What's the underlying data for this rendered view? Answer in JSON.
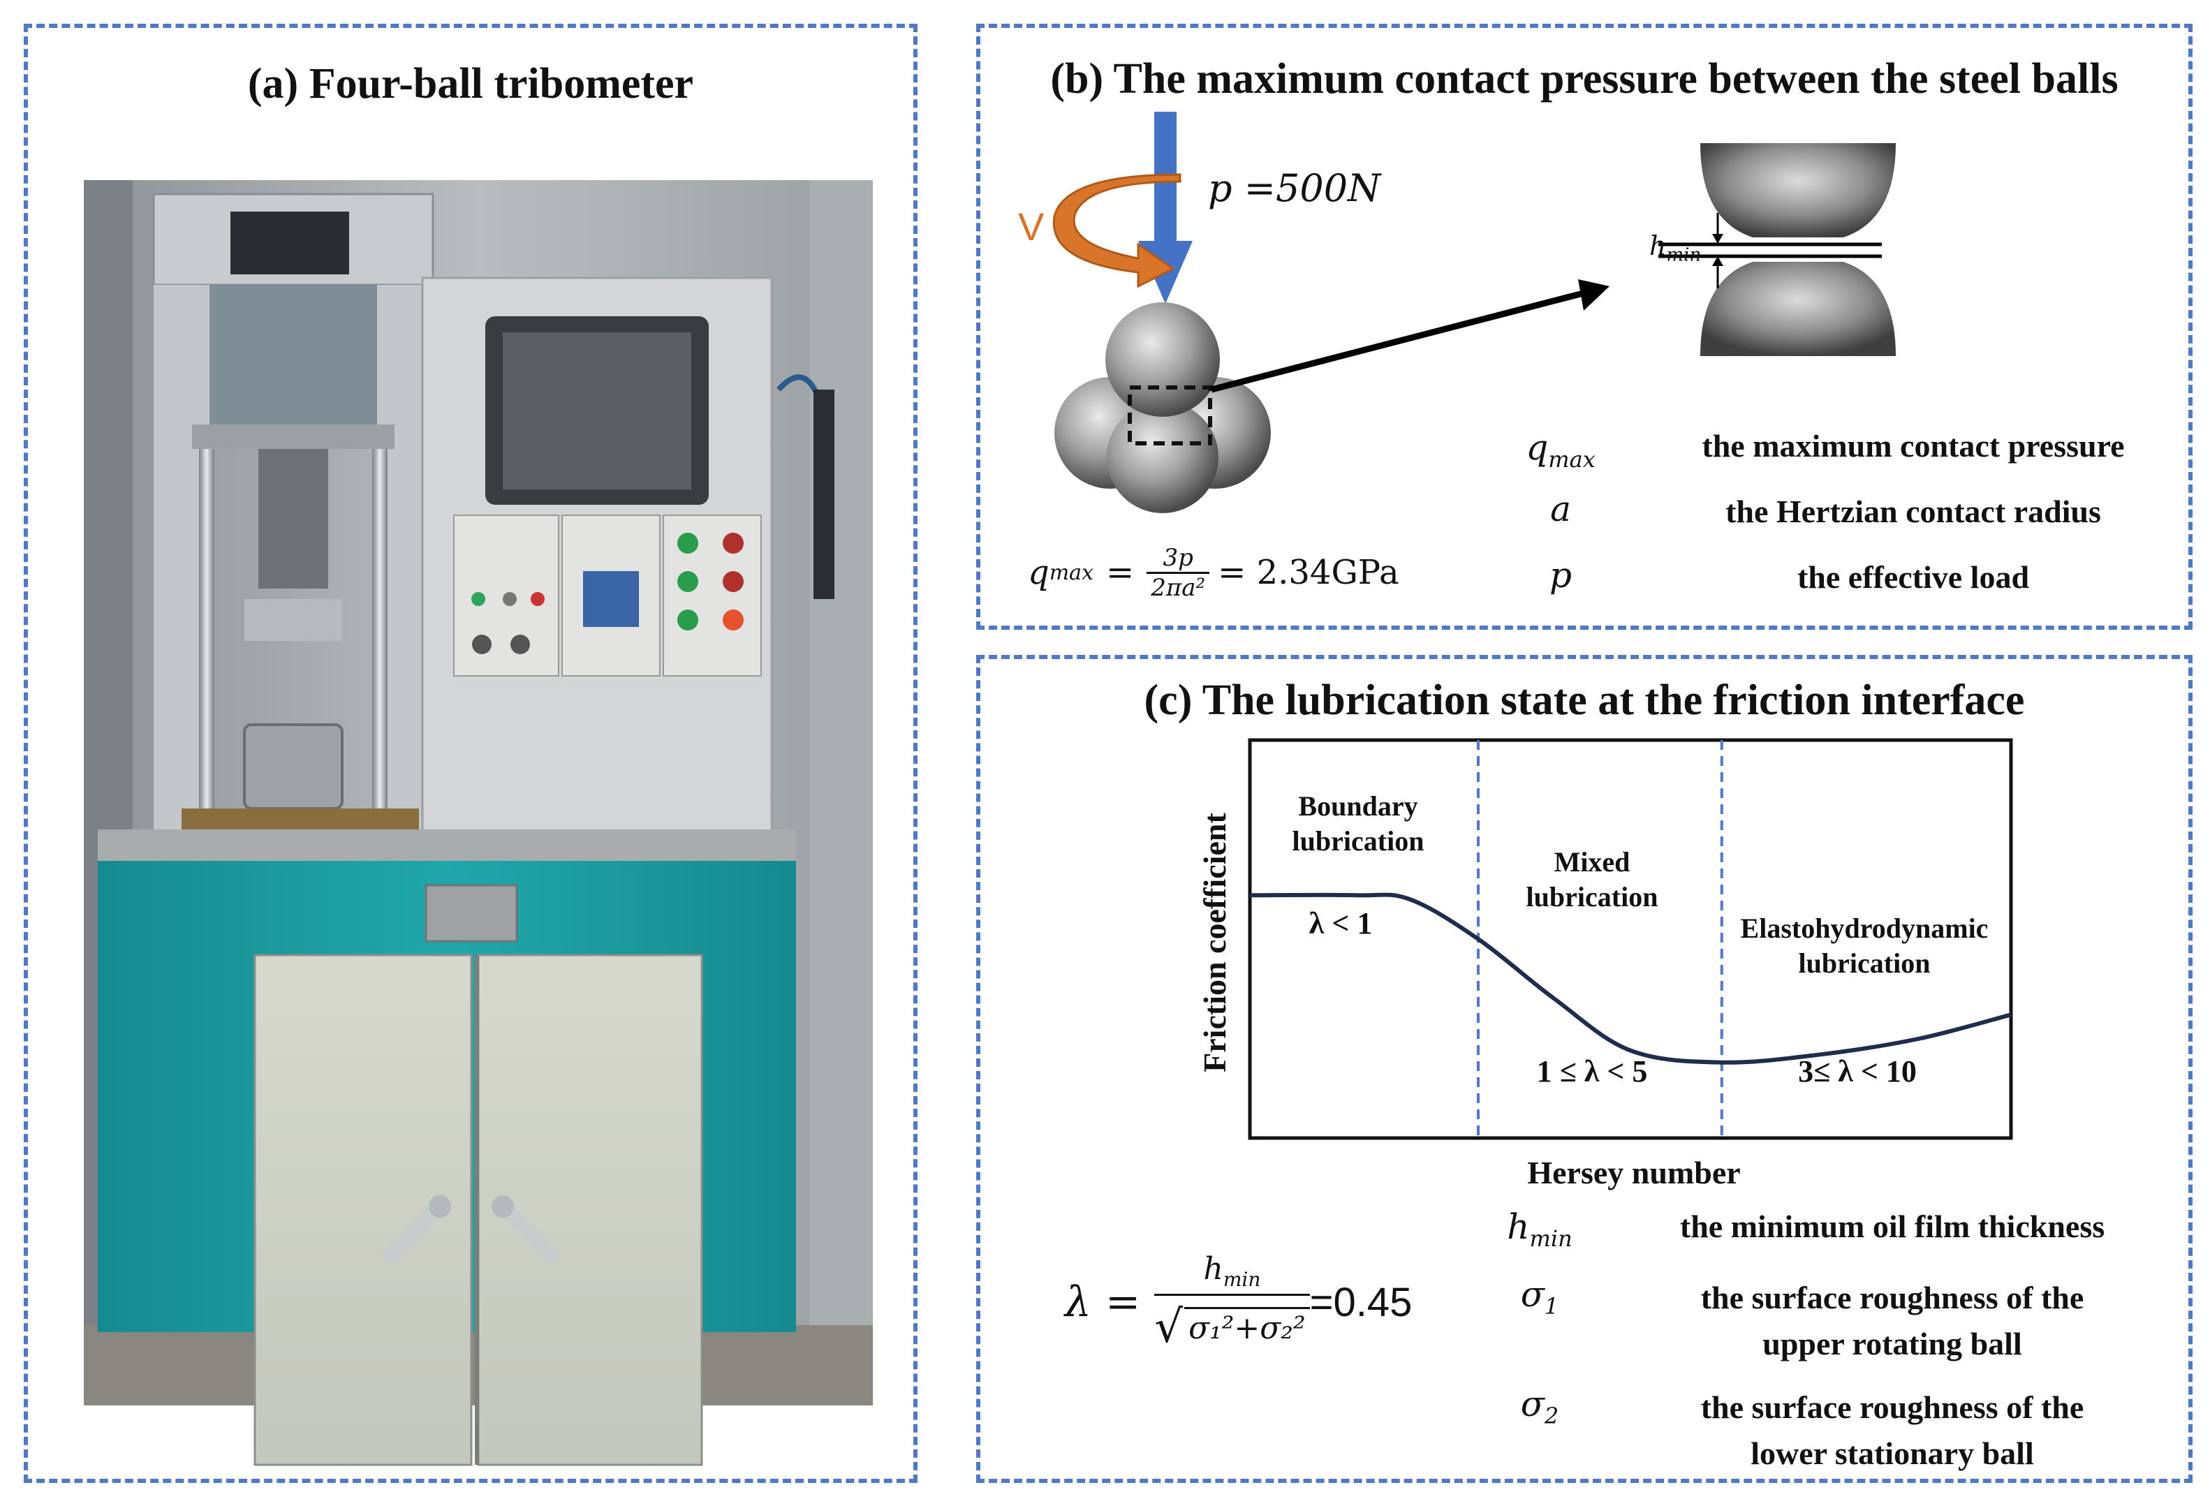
{
  "panel_a": {
    "title": "(a) Four-ball tribometer"
  },
  "panel_b": {
    "title": "(b) The maximum contact pressure between the steel balls",
    "load_label": "p =500N",
    "rotation_label": "V",
    "hmin_label": "h",
    "hmin_sub": "min",
    "formula": {
      "lhs": "q",
      "lhs_sub": "max",
      "eq": "=",
      "numerator": "3p",
      "denominator": "2πa²",
      "result": "= 2.34GPa"
    },
    "legend": [
      {
        "symbol": "q",
        "sub": "max",
        "text": "the maximum contact pressure"
      },
      {
        "symbol": "a",
        "sub": "",
        "text": "the Hertzian contact radius"
      },
      {
        "symbol": "p",
        "sub": "",
        "text": "the effective load"
      }
    ]
  },
  "panel_c": {
    "title": "(c) The lubrication state at the friction interface",
    "chart_data": {
      "type": "line",
      "xlabel": "Hersey number",
      "ylabel": "Friction coefficient",
      "regions": [
        {
          "name": "Boundary\nlubrication",
          "condition": "λ < 1"
        },
        {
          "name": "Mixed\nlubrication",
          "condition": "1 ≤ λ < 5"
        },
        {
          "name": "Elastohydrodynamic\nlubrication",
          "condition": "3≤ λ < 10"
        }
      ],
      "curve_points": [
        [
          0,
          0.61
        ],
        [
          0.14,
          0.61
        ],
        [
          0.21,
          0.6
        ],
        [
          0.3,
          0.5
        ],
        [
          0.4,
          0.35
        ],
        [
          0.5,
          0.22
        ],
        [
          0.62,
          0.19
        ],
        [
          0.75,
          0.21
        ],
        [
          0.88,
          0.25
        ],
        [
          1,
          0.31
        ]
      ],
      "divider_x": [
        0.3,
        0.62
      ],
      "xlim": [
        0,
        1
      ],
      "ylim": [
        0,
        1
      ]
    },
    "formula": {
      "lhs": "λ",
      "eq": "=",
      "numerator": "h",
      "numerator_sub": "min",
      "denominator": "σ₁²+σ₂²",
      "result": "=0.45"
    },
    "legend": [
      {
        "symbol": "h",
        "sub": "min",
        "text": "the minimum oil film thickness"
      },
      {
        "symbol": "σ",
        "sub": "1",
        "text": "the surface roughness of the\nupper rotating ball"
      },
      {
        "symbol": "σ",
        "sub": "2",
        "text": "the surface roughness of the\nlower stationary ball"
      }
    ]
  },
  "colors": {
    "frame": "#4f79c4",
    "load_arrow": "#4472c4",
    "rotation_arrow": "#d9742b",
    "curve": "#1f2d4d",
    "cabinet": "#1fa3a6",
    "door": "#ddddd3"
  }
}
